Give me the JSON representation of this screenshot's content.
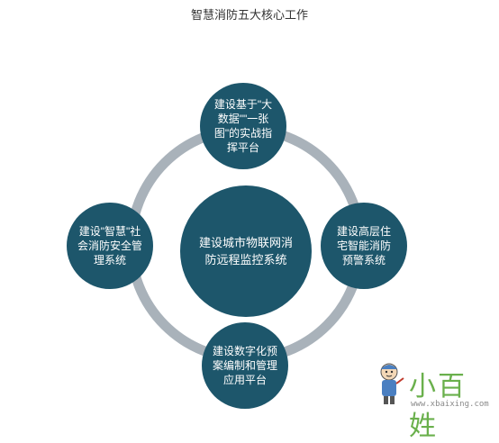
{
  "title": "智慧消防五大核心工作",
  "nodes": {
    "center": "建设城市物联网消防远程监控系统",
    "top": "建设基于\"大数据\"\"一张图\"的实战指挥平台",
    "right": "建设高层住宅智能消防预警系统",
    "bottom": "建设数字化预案编制和管理应用平台",
    "left": "建设\"智慧\"社会消防安全管理系统"
  },
  "watermark": {
    "name": "小百姓",
    "url": "www.xbaixing.com"
  },
  "colors": {
    "node_fill": "#1d566b",
    "ring": "#a9b2ba",
    "watermark_green": "#6ab04c"
  }
}
